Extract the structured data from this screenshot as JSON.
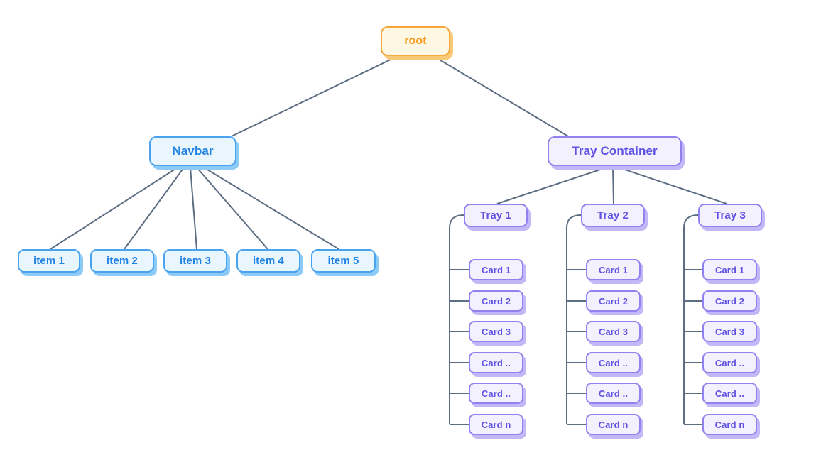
{
  "diagram": {
    "root": {
      "label": "root"
    },
    "navbar": {
      "label": "Navbar",
      "items": [
        "item 1",
        "item 2",
        "item 3",
        "item 4",
        "item 5"
      ]
    },
    "tray_container": {
      "label": "Tray Container"
    },
    "trays": [
      {
        "label": "Tray 1",
        "cards": [
          "Card 1",
          "Card 2",
          "Card 3",
          "Card ..",
          "Card ..",
          "Card n"
        ]
      },
      {
        "label": "Tray 2",
        "cards": [
          "Card 1",
          "Card 2",
          "Card 3",
          "Card ..",
          "Card ..",
          "Card n"
        ]
      },
      {
        "label": "Tray 3",
        "cards": [
          "Card 1",
          "Card 2",
          "Card 3",
          "Card ..",
          "Card ..",
          "Card n"
        ]
      }
    ],
    "colors": {
      "background": "#ffffff",
      "edge": "#5d6d82",
      "orange_bg": "#fdf7e3",
      "orange_border": "#f7a83a",
      "orange_text": "#f59b1c",
      "orange_shadow": "#f8c977",
      "blue_bg": "#e9f6fe",
      "blue_border": "#4aa3ee",
      "blue_text": "#2383e2",
      "blue_shadow": "#8ccaf8",
      "purple_bg": "#f3f1fe",
      "purple_border": "#9183ef",
      "purple_text": "#6050e3",
      "purple_shadow": "#c2b8f8"
    }
  }
}
